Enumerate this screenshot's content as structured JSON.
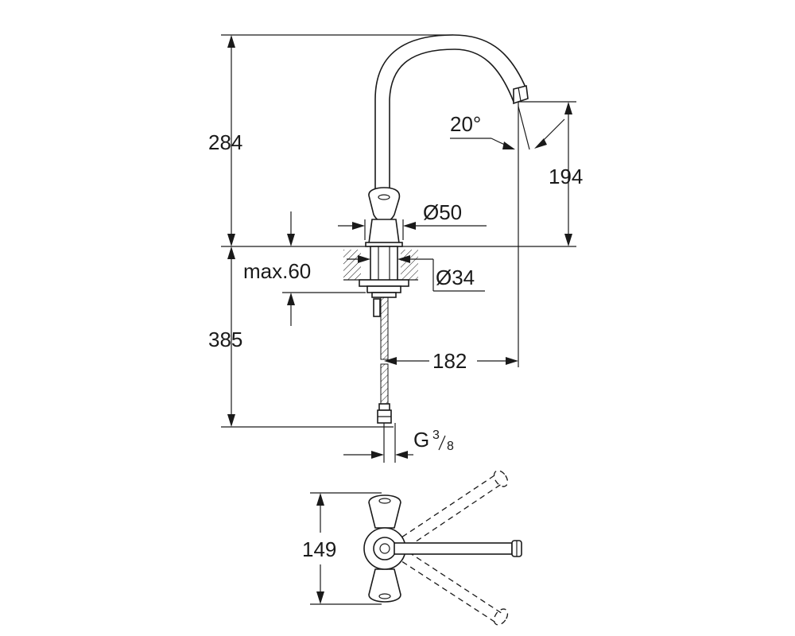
{
  "dimensions": {
    "total_height_above": "284",
    "spout_height": "194",
    "spout_angle": "20°",
    "body_diameter": "Ø50",
    "max_thickness": "max.60",
    "shank_diameter": "Ø34",
    "hose_length": "385",
    "spout_reach": "182",
    "connection_thread": "G",
    "thread_numerator": "3",
    "thread_denominator": "8",
    "plan_width": "149"
  }
}
